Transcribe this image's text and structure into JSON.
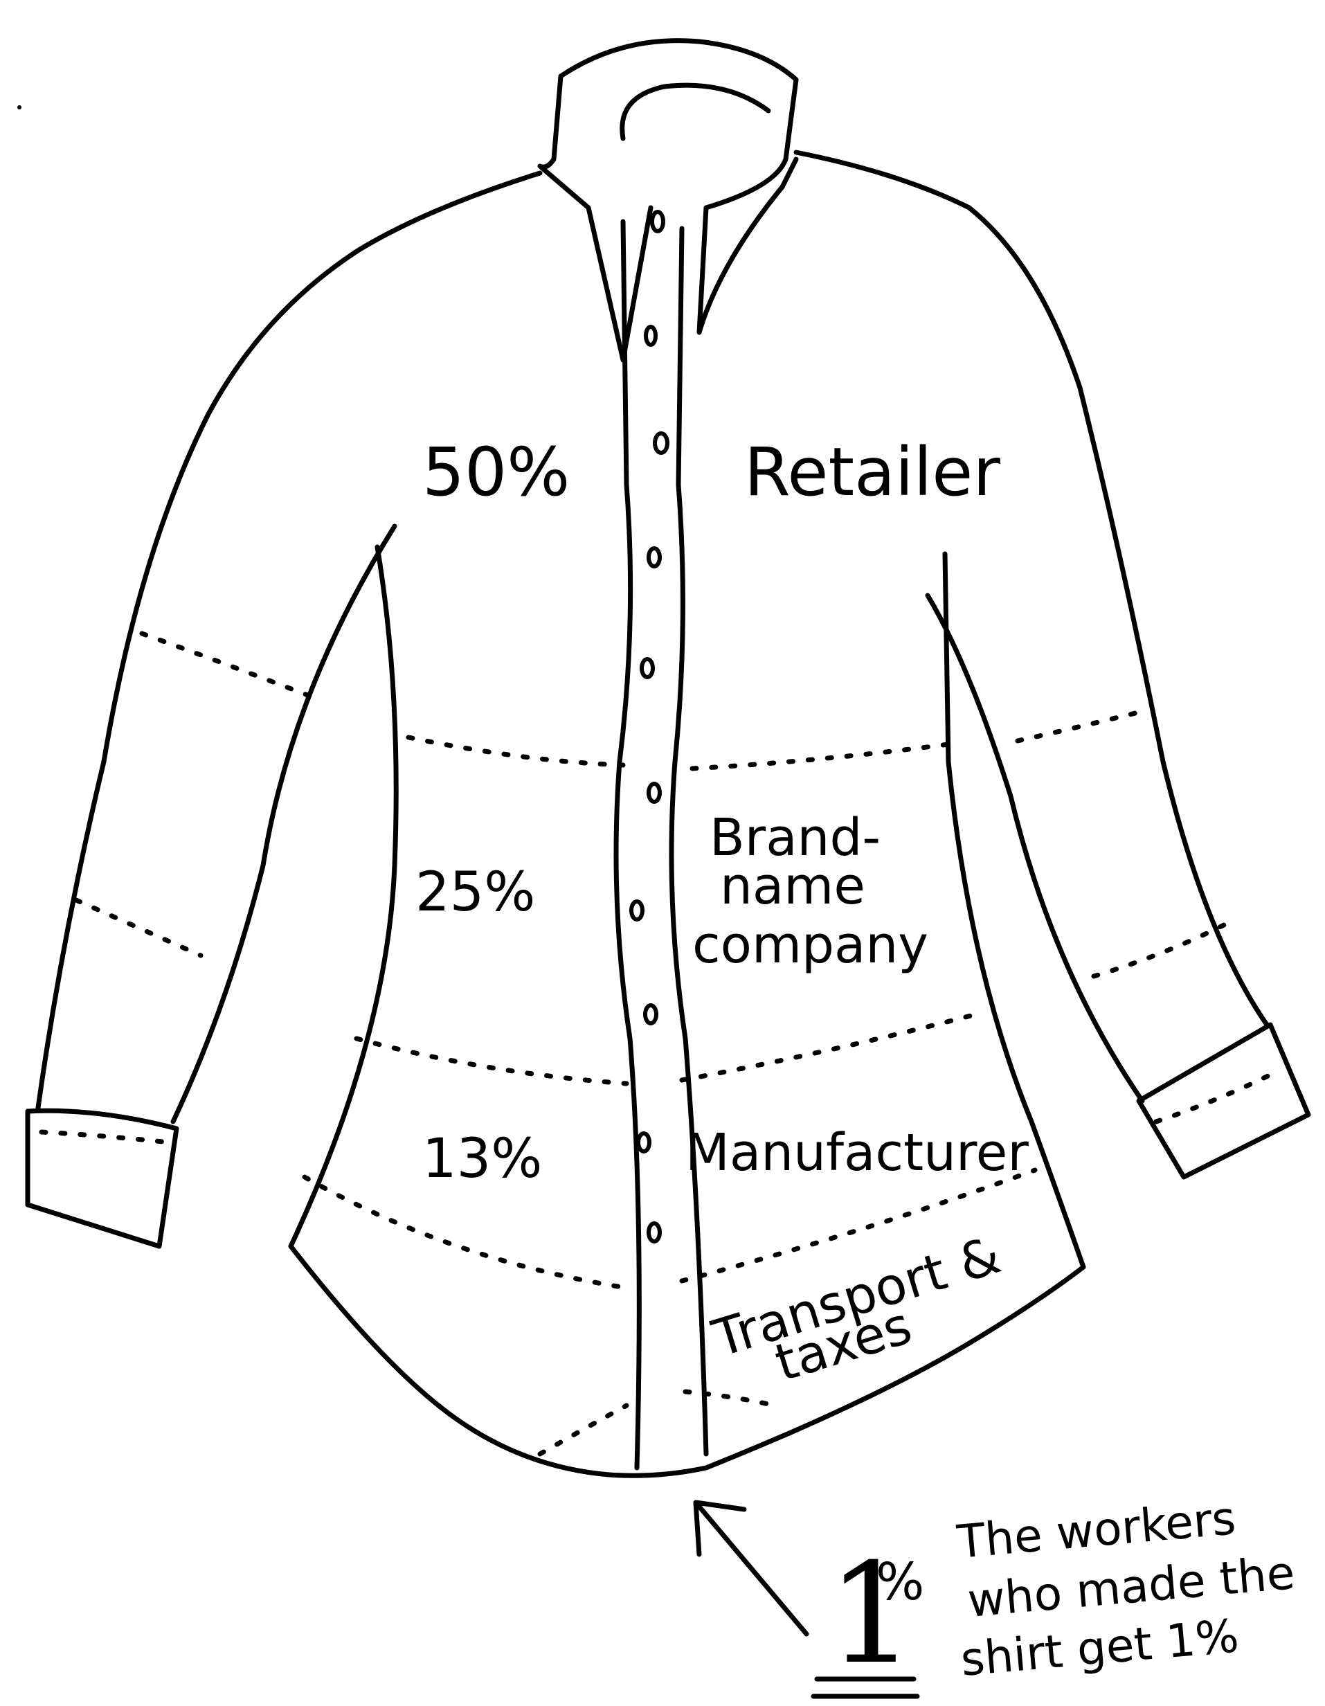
{
  "segments": [
    {
      "percent": "50%",
      "label_lines": [
        "Retailer"
      ]
    },
    {
      "percent": "25%",
      "label_lines": [
        "Brand-",
        "name",
        "company"
      ]
    },
    {
      "percent": "13%",
      "label_lines": [
        "Manufacturer"
      ]
    },
    {
      "percent": "",
      "label_lines": [
        "Transport &",
        "taxes"
      ]
    }
  ],
  "workers": {
    "one": "1",
    "percent_sign": "%",
    "note_lines": [
      "The workers",
      "who made the",
      "shirt get 1%"
    ]
  },
  "colors": {
    "ink": "#000000",
    "paper": "#ffffff"
  }
}
